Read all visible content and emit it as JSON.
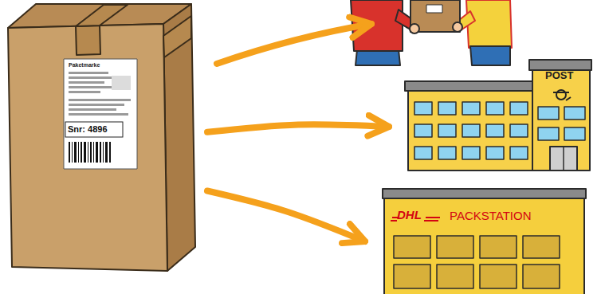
{
  "diagram": {
    "nodes": [
      {
        "text": [
          "Snr: 4896"
        ]
      },
      {
        "text": [
          "POST"
        ]
      },
      {
        "text": [
          "DHL",
          "PACKSTATION"
        ]
      }
    ],
    "edges": [
      {
        "from": 0,
        "to": 1,
        "arrow": "to"
      },
      {
        "from": 0,
        "to": 2,
        "arrow": "to"
      }
    ],
    "labels": [
      "Paketmarke"
    ]
  }
}
